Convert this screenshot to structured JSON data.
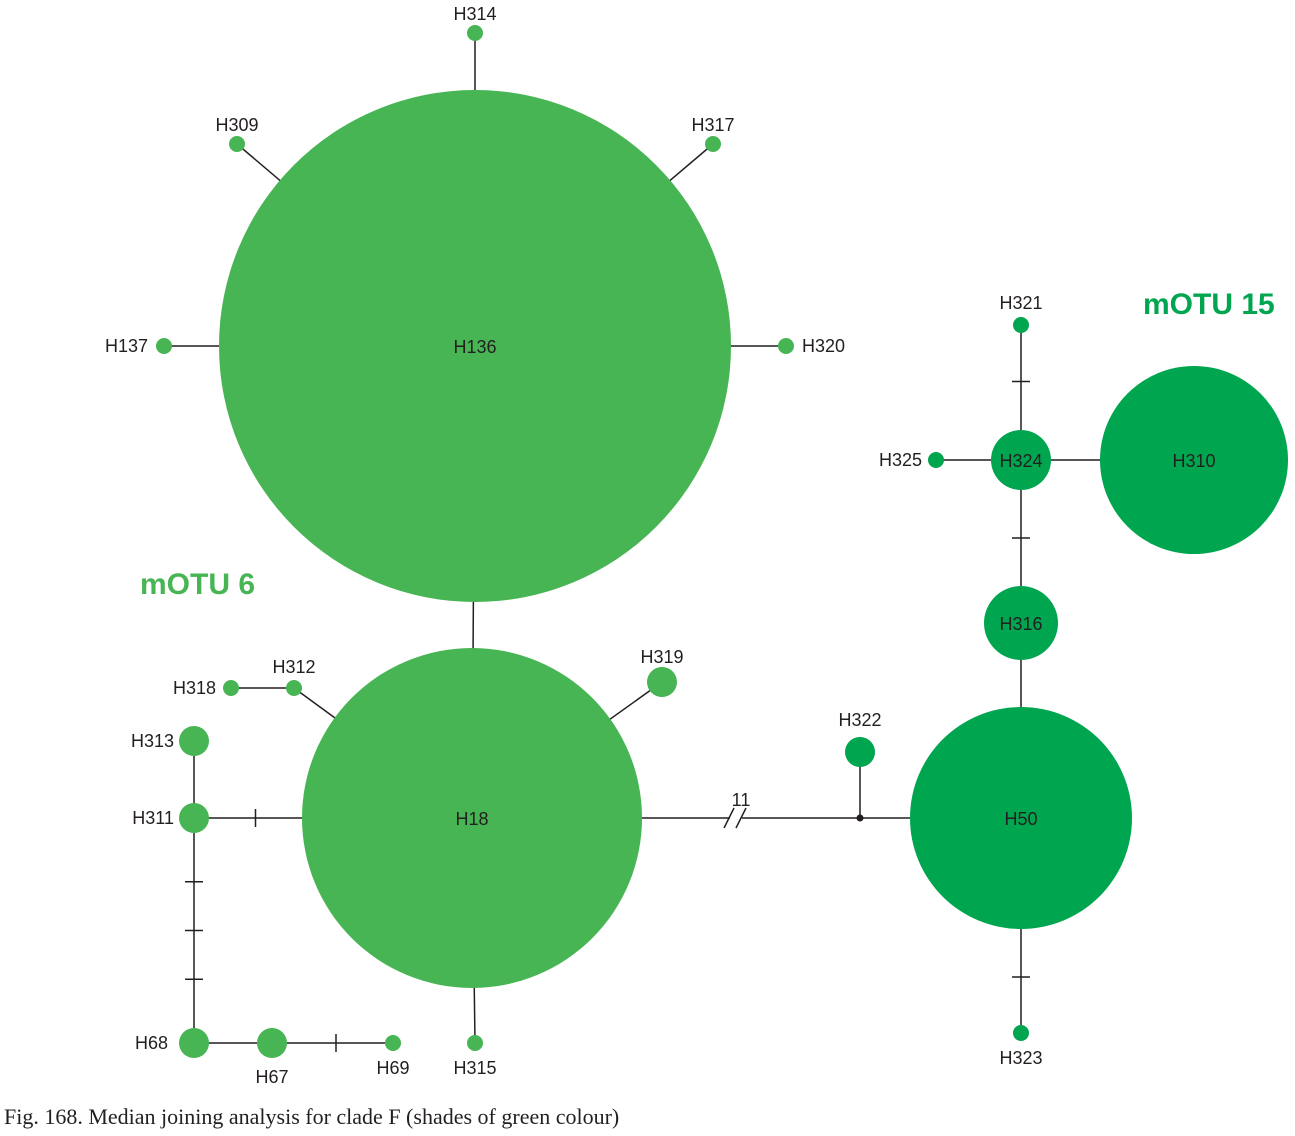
{
  "caption": "Fig. 168. Median joining analysis for clade F (shades of green colour)",
  "colors": {
    "mOTU 6": "#47b553",
    "mOTU 15": "#00a54f"
  },
  "clusters": [
    {
      "id": "motu6",
      "label": "mOTU 6",
      "color": "#47b553"
    },
    {
      "id": "motu15",
      "label": "mOTU 15",
      "color": "#00a54f"
    }
  ],
  "haplotypes": [
    {
      "id": "H314",
      "cluster": "mOTU 6"
    },
    {
      "id": "H309",
      "cluster": "mOTU 6"
    },
    {
      "id": "H317",
      "cluster": "mOTU 6"
    },
    {
      "id": "H137",
      "cluster": "mOTU 6"
    },
    {
      "id": "H136",
      "cluster": "mOTU 6"
    },
    {
      "id": "H320",
      "cluster": "mOTU 6"
    },
    {
      "id": "H18",
      "cluster": "mOTU 6"
    },
    {
      "id": "H312",
      "cluster": "mOTU 6"
    },
    {
      "id": "H318",
      "cluster": "mOTU 6"
    },
    {
      "id": "H319",
      "cluster": "mOTU 6"
    },
    {
      "id": "H313",
      "cluster": "mOTU 6"
    },
    {
      "id": "H311",
      "cluster": "mOTU 6"
    },
    {
      "id": "H68",
      "cluster": "mOTU 6"
    },
    {
      "id": "H67",
      "cluster": "mOTU 6"
    },
    {
      "id": "H69",
      "cluster": "mOTU 6"
    },
    {
      "id": "H315",
      "cluster": "mOTU 6"
    },
    {
      "id": "H321",
      "cluster": "mOTU 15"
    },
    {
      "id": "H325",
      "cluster": "mOTU 15"
    },
    {
      "id": "H324",
      "cluster": "mOTU 15"
    },
    {
      "id": "H310",
      "cluster": "mOTU 15"
    },
    {
      "id": "H316",
      "cluster": "mOTU 15"
    },
    {
      "id": "H322",
      "cluster": "mOTU 15"
    },
    {
      "id": "H50",
      "cluster": "mOTU 15"
    },
    {
      "id": "H323",
      "cluster": "mOTU 15"
    }
  ],
  "links": [
    {
      "from": "H136",
      "to": "H314",
      "mutations": 1
    },
    {
      "from": "H136",
      "to": "H309",
      "mutations": 1
    },
    {
      "from": "H136",
      "to": "H317",
      "mutations": 1
    },
    {
      "from": "H136",
      "to": "H137",
      "mutations": 1
    },
    {
      "from": "H136",
      "to": "H320",
      "mutations": 1
    },
    {
      "from": "H136",
      "to": "H18",
      "mutations": 1
    },
    {
      "from": "H18",
      "to": "H312",
      "mutations": 1
    },
    {
      "from": "H312",
      "to": "H318",
      "mutations": 1
    },
    {
      "from": "H18",
      "to": "H319",
      "mutations": 1
    },
    {
      "from": "H18",
      "to": "H311",
      "mutations": 2
    },
    {
      "from": "H311",
      "to": "H313",
      "mutations": 1
    },
    {
      "from": "H311",
      "to": "H68",
      "mutations": 4
    },
    {
      "from": "H68",
      "to": "H67",
      "mutations": 1
    },
    {
      "from": "H67",
      "to": "H69",
      "mutations": 2
    },
    {
      "from": "H18",
      "to": "H315",
      "mutations": 1
    },
    {
      "from": "H18",
      "to": "median-vector",
      "mutations": 11,
      "label": "11"
    },
    {
      "from": "median-vector",
      "to": "H322",
      "mutations": 1
    },
    {
      "from": "median-vector",
      "to": "H50",
      "mutations": 1
    },
    {
      "from": "H50",
      "to": "H316",
      "mutations": 1
    },
    {
      "from": "H50",
      "to": "H323",
      "mutations": 2
    },
    {
      "from": "H316",
      "to": "H324",
      "mutations": 2
    },
    {
      "from": "H324",
      "to": "H321",
      "mutations": 2
    },
    {
      "from": "H324",
      "to": "H325",
      "mutations": 1
    },
    {
      "from": "H324",
      "to": "H310",
      "mutations": 1
    }
  ]
}
